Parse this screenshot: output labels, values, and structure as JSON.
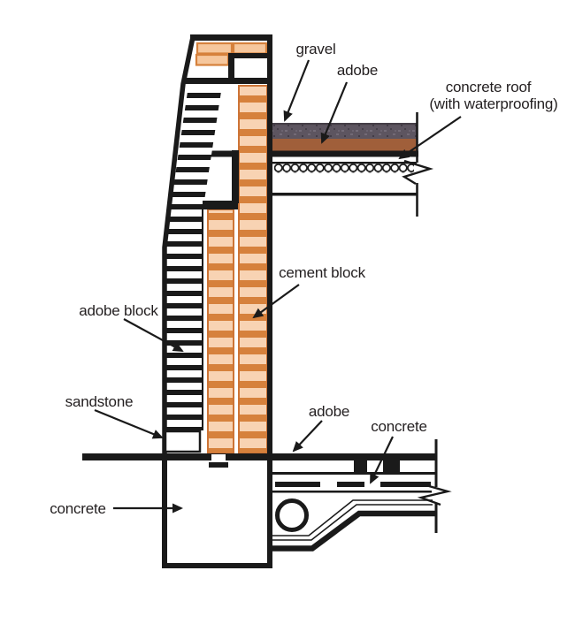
{
  "figure": {
    "type": "architectural-construction-section",
    "description": "Cross-section detail of an adobe/cement-block wall with concrete roof, floor slab and concrete foundation"
  },
  "labels": {
    "gravel": "gravel",
    "adobe_roof": "adobe",
    "concrete_roof": "concrete roof",
    "concrete_roof_sub": "(with waterproofing)",
    "cement_block": "cement block",
    "adobe_block": "adobe block",
    "sandstone": "sandstone",
    "adobe_floor": "adobe",
    "concrete_floor": "concrete",
    "concrete_foundation": "concrete"
  },
  "colors": {
    "line_black": "#1a1a1a",
    "cement_block_fill": "#f8d3b3",
    "cement_block_stripe": "#d6813c",
    "adobe_brick_fill": "#f6c79d",
    "adobe_brick_border": "#d6813c",
    "gravel_fill": "#5d5560",
    "adobe_layer_fill": "#a05f3a",
    "text": "#231f20",
    "background": "#ffffff"
  }
}
